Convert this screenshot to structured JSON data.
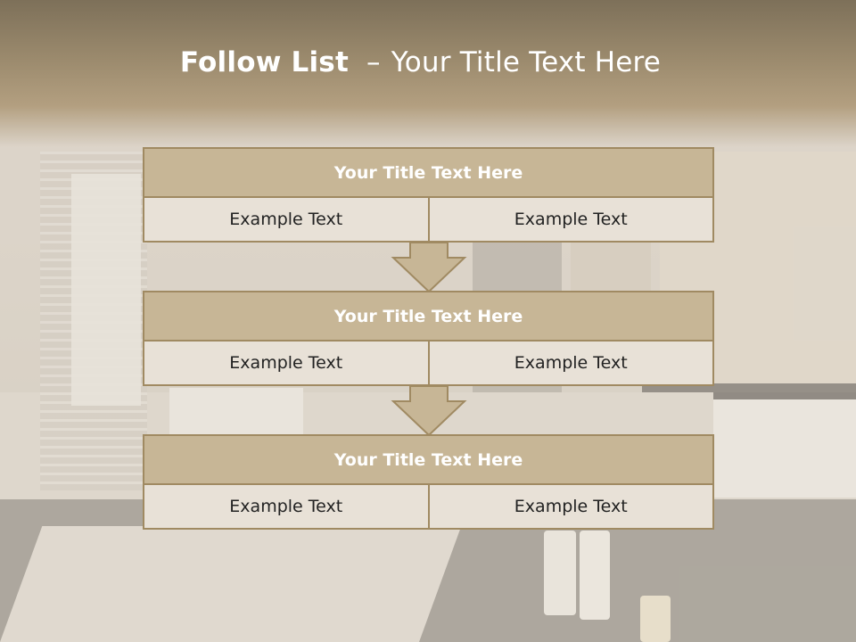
{
  "slide": {
    "title_bold": "Follow List",
    "title_dash": "–",
    "title_rest": "Your Title Text Here"
  },
  "blocks": [
    {
      "title": "Your Title Text Here",
      "left": "Example Text",
      "right": "Example Text"
    },
    {
      "title": "Your Title Text Here",
      "left": "Example Text",
      "right": "Example Text"
    },
    {
      "title": "Your Title Text Here",
      "left": "Example Text",
      "right": "Example Text"
    }
  ],
  "colors": {
    "header_fill": "#c7b696",
    "border": "#a08a62",
    "cell_fill": "#e8e1d7",
    "title_band": "#9b8a6d"
  },
  "icons": [
    "down-arrow-icon",
    "down-arrow-icon"
  ]
}
